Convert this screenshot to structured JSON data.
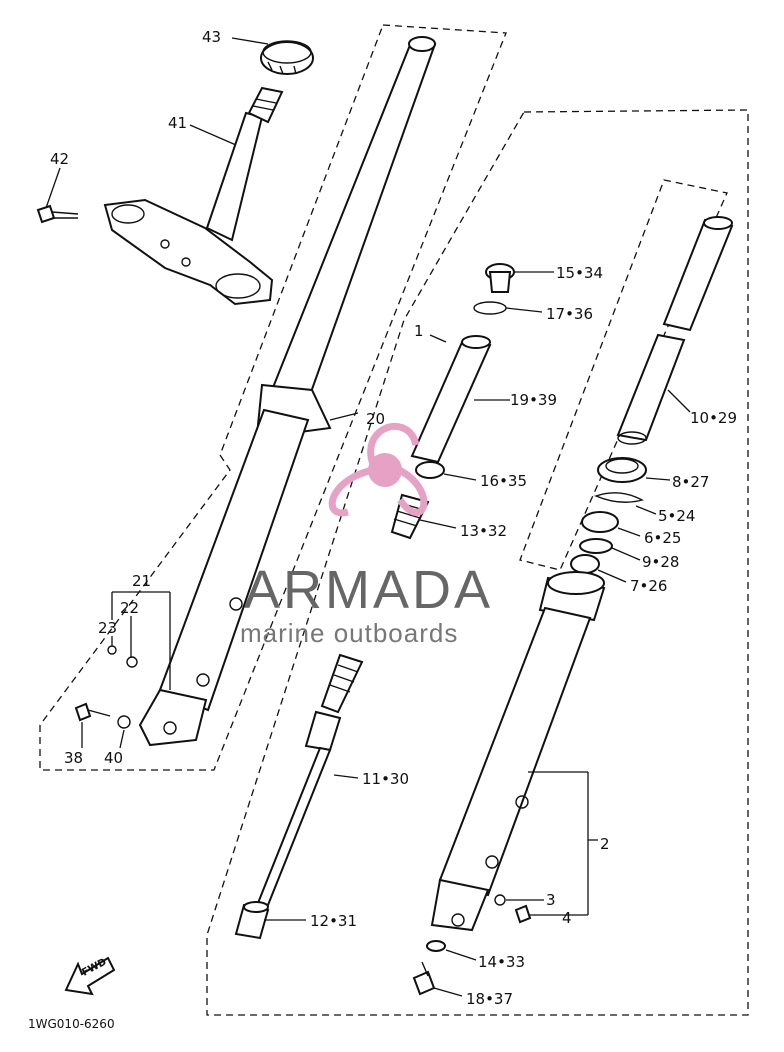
{
  "diagram_code": "1WG010-6260",
  "fwd_label": "FWD",
  "watermark": {
    "title": "ARMADA",
    "subtitle": "marine outboards",
    "accent_color": "#e6a2c4"
  },
  "callouts": {
    "p43": "43",
    "p41": "41",
    "p42": "42",
    "p21": "21",
    "p22": "22",
    "p23": "23",
    "p38": "38",
    "p40": "40",
    "p20": "20",
    "p1": "1",
    "p15": "15•34",
    "p17": "17•36",
    "p19": "19•39",
    "p16": "16•35",
    "p13": "13•32",
    "p11": "11•30",
    "p12": "12•31",
    "p10": "10•29",
    "p8": "8•27",
    "p5": "5•24",
    "p6": "6•25",
    "p9": "9•28",
    "p7": "7•26",
    "p2": "2",
    "p3": "3",
    "p4": "4",
    "p14": "14•33",
    "p18": "18•37"
  }
}
